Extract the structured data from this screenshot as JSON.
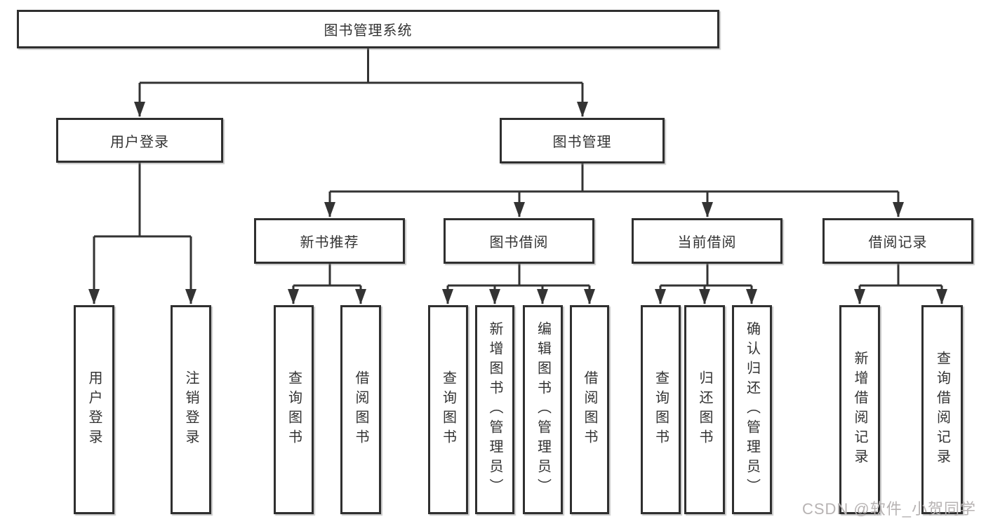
{
  "meta": {
    "background": "#ffffff",
    "line_color": "#333333",
    "box_border_color": "#2f2f2f",
    "box_fill": "#ffffff",
    "text_color": "#333333",
    "watermark_color": "#b7b3b3"
  },
  "watermark": {
    "text": "CSDN @软件_小贺同学"
  },
  "tree": {
    "label": "图书管理系统",
    "children": [
      {
        "label": "用户登录",
        "children": [
          {
            "label": "用户登录"
          },
          {
            "label": "注销登录"
          }
        ]
      },
      {
        "label": "图书管理",
        "children": [
          {
            "label": "新书推荐",
            "children": [
              {
                "label": "查询图书"
              },
              {
                "label": "借阅图书"
              }
            ]
          },
          {
            "label": "图书借阅",
            "children": [
              {
                "label": "查询图书"
              },
              {
                "label": "新增图书（管理员）"
              },
              {
                "label": "编辑图书（管理员）"
              },
              {
                "label": "借阅图书"
              }
            ]
          },
          {
            "label": "当前借阅",
            "children": [
              {
                "label": "查询图书"
              },
              {
                "label": "归还图书"
              },
              {
                "label": "确认归还（管理员）"
              }
            ]
          },
          {
            "label": "借阅记录",
            "children": [
              {
                "label": "新增借阅记录"
              },
              {
                "label": "查询借阅记录"
              }
            ]
          }
        ]
      }
    ]
  }
}
